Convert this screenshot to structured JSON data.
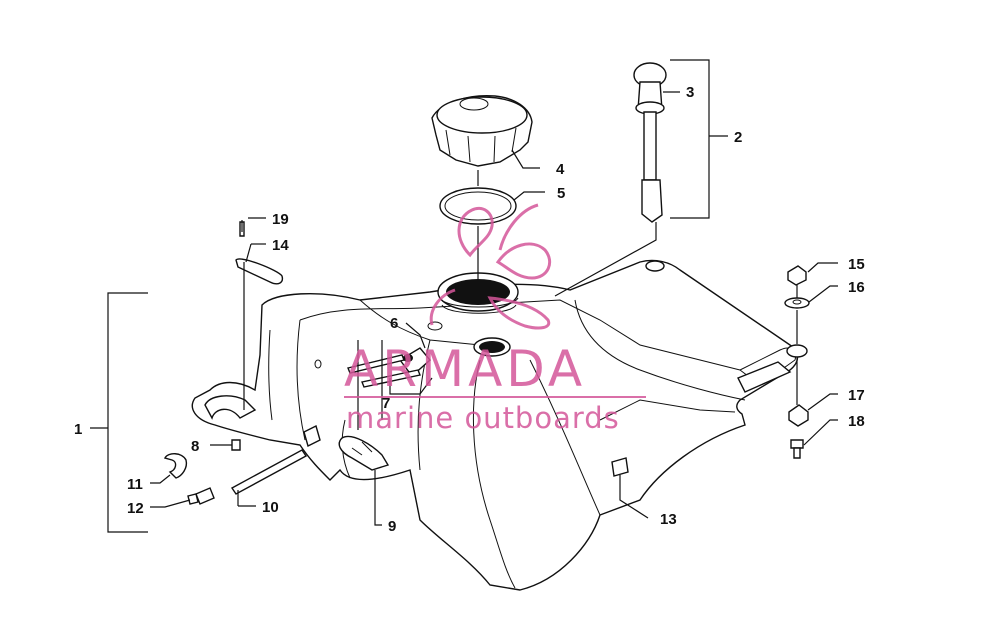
{
  "callouts": {
    "c1": "1",
    "c2": "2",
    "c3": "3",
    "c4": "4",
    "c5": "5",
    "c6": "6",
    "c7": "7",
    "c8": "8",
    "c9": "9",
    "c10": "10",
    "c11": "11",
    "c12": "12",
    "c13": "13",
    "c14": "14",
    "c15": "15",
    "c16": "16",
    "c17": "17",
    "c18": "18",
    "c19": "19"
  },
  "watermark": {
    "title": "ARMADA",
    "subtitle": "marine outboards",
    "color": "#d4569a"
  },
  "colors": {
    "line": "#111111",
    "background": "#ffffff"
  }
}
